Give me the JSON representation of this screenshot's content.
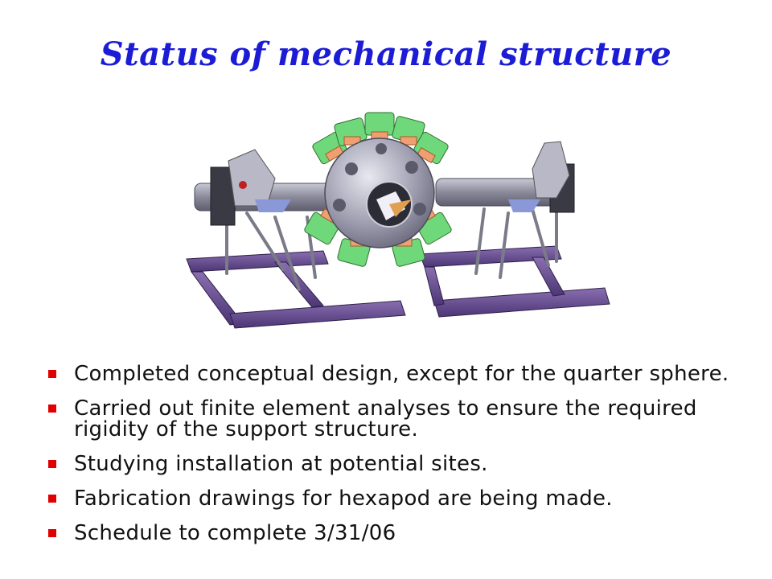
{
  "slide": {
    "title": "Status of mechanical structure",
    "figure_icon": "mechanical-structure-illustration",
    "bullet_color": "#e00000",
    "title_color": "#1c1cd6",
    "bullets": [
      {
        "text": "Completed conceptual design, except for the quarter sphere."
      },
      {
        "text": "Carried out finite element analyses to ensure the required rigidity of the support structure."
      },
      {
        "text": "Studying installation at potential sites."
      },
      {
        "text": "Fabrication drawings for hexapod are being made."
      },
      {
        "text": "Schedule to complete 3/31/06"
      }
    ]
  }
}
